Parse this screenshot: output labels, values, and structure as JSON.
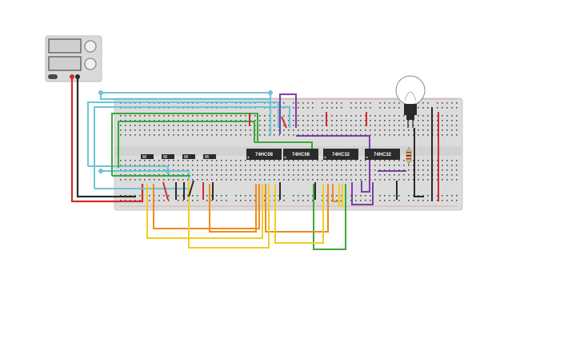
{
  "circuit": {
    "power_supply": {
      "name": "power-supply",
      "displays": [
        "",
        ""
      ]
    },
    "chips": [
      {
        "label": "74HC08"
      },
      {
        "label": "74HC08"
      },
      {
        "label": "74HC32"
      },
      {
        "label": "74HC32"
      }
    ],
    "switches": {
      "count": 4
    },
    "output": {
      "lamp": "light-bulb",
      "resistor": "resistor"
    },
    "colors": {
      "breadboard": "#dcdcdc",
      "hole": "#4a4a4a",
      "chip": "#2b2b2b",
      "power_red": "#d42a2a",
      "ground_black": "#2a2a2a",
      "wire_cyan": "#6ec3d6",
      "wire_green": "#3aa83a",
      "wire_purple": "#7b3fa6",
      "wire_orange": "#ef8a1c",
      "wire_yellow": "#f2cd23"
    }
  }
}
